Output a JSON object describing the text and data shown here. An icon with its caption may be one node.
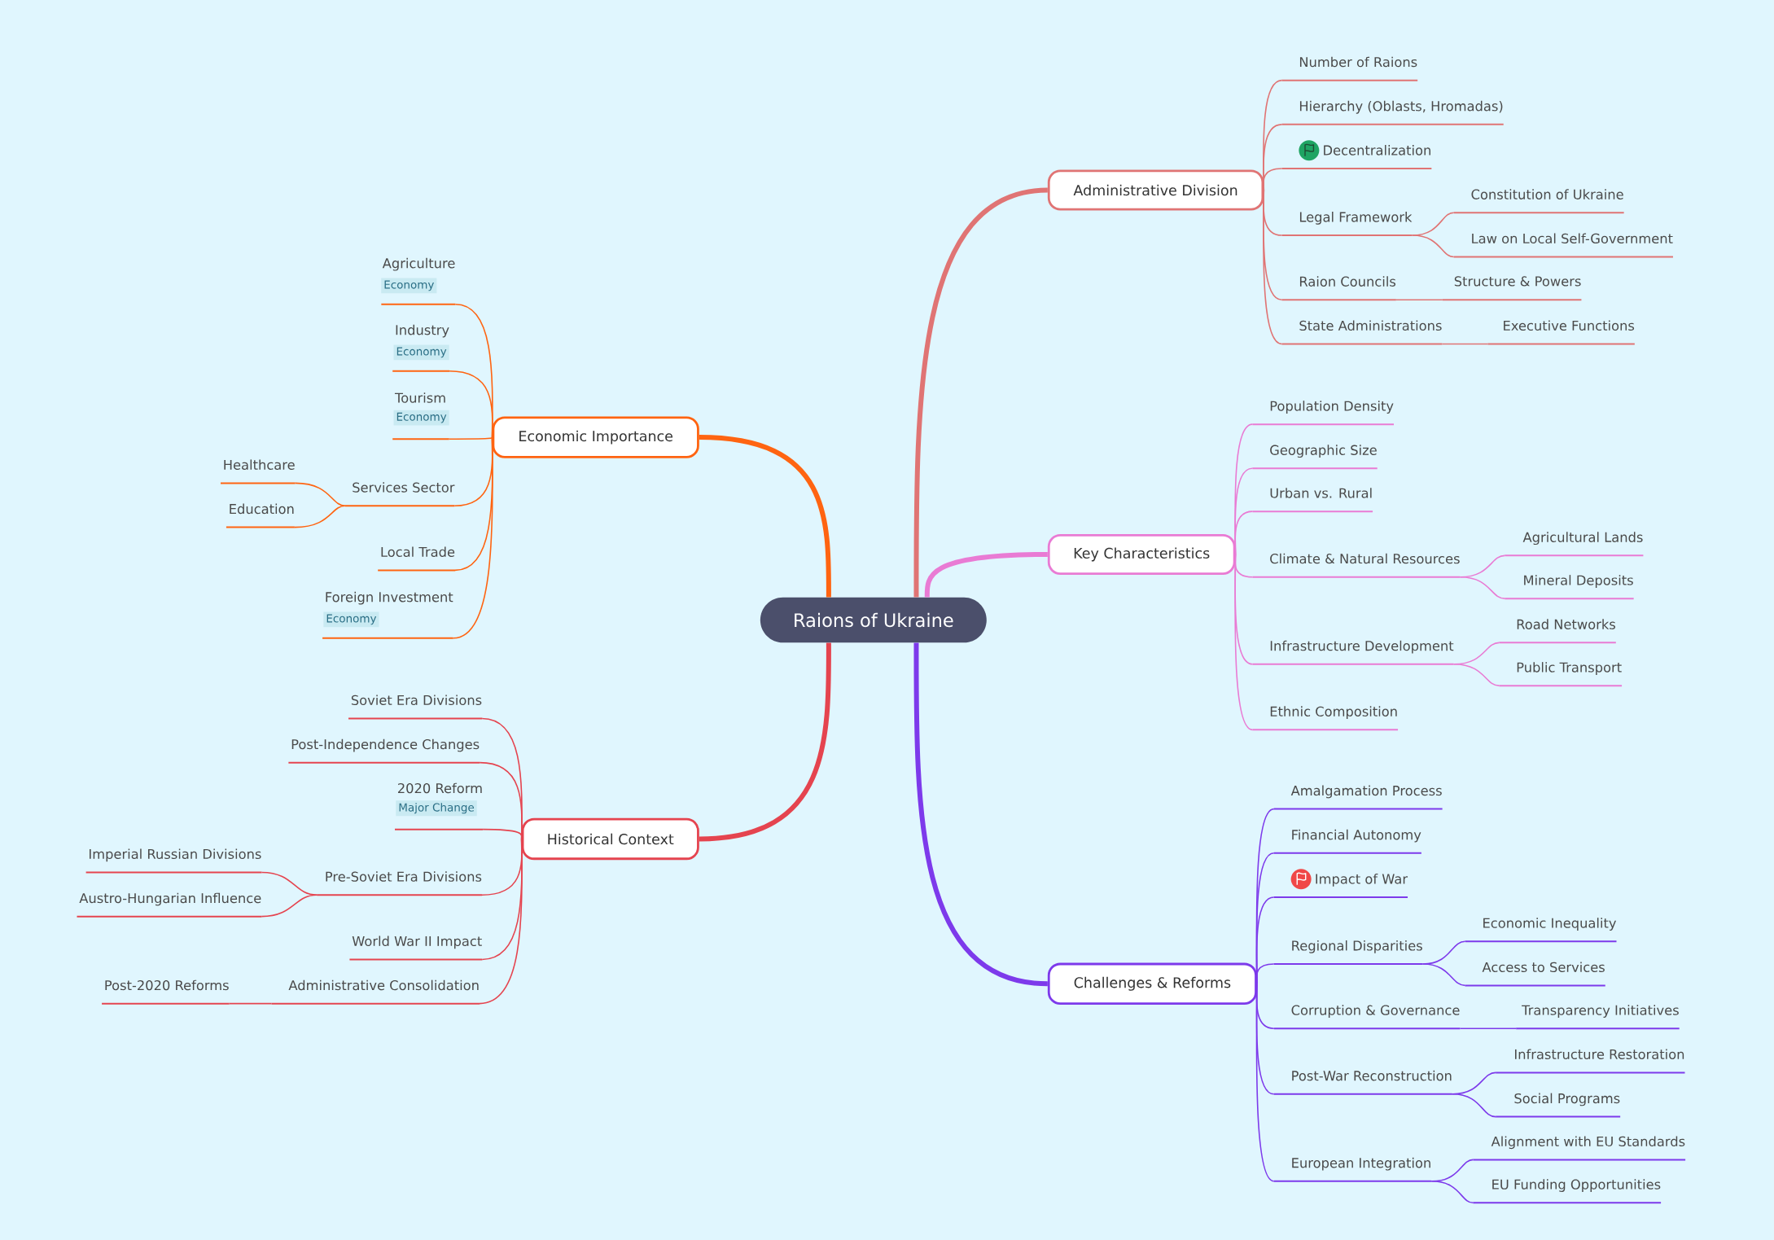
{
  "diagram": {
    "nodes": [
      {
        "text": [
          "Raions of Ukraine"
        ]
      },
      {
        "text": [
          "Administrative Division"
        ]
      },
      {
        "text": [
          "Number of Raions"
        ]
      },
      {
        "text": [
          "Hierarchy (Oblasts, Hromadas)"
        ]
      },
      {
        "text": [
          "Decentralization"
        ]
      },
      {
        "text": [
          "Legal Framework"
        ]
      },
      {
        "text": [
          "Constitution of Ukraine"
        ]
      },
      {
        "text": [
          "Law on Local Self-Government"
        ]
      },
      {
        "text": [
          "Raion Councils"
        ]
      },
      {
        "text": [
          "Structure & Powers"
        ]
      },
      {
        "text": [
          "State Administrations"
        ]
      },
      {
        "text": [
          "Executive Functions"
        ]
      },
      {
        "text": [
          "Key Characteristics"
        ]
      },
      {
        "text": [
          "Population Density"
        ]
      },
      {
        "text": [
          "Geographic Size"
        ]
      },
      {
        "text": [
          "Urban vs. Rural"
        ]
      },
      {
        "text": [
          "Climate & Natural Resources"
        ]
      },
      {
        "text": [
          "Agricultural Lands"
        ]
      },
      {
        "text": [
          "Mineral Deposits"
        ]
      },
      {
        "text": [
          "Infrastructure Development"
        ]
      },
      {
        "text": [
          "Road Networks"
        ]
      },
      {
        "text": [
          "Public Transport"
        ]
      },
      {
        "text": [
          "Ethnic Composition"
        ]
      },
      {
        "text": [
          "Challenges & Reforms"
        ]
      },
      {
        "text": [
          "Amalgamation Process"
        ]
      },
      {
        "text": [
          "Financial Autonomy"
        ]
      },
      {
        "text": [
          "Impact of War"
        ]
      },
      {
        "text": [
          "Regional Disparities"
        ]
      },
      {
        "text": [
          "Economic Inequality"
        ]
      },
      {
        "text": [
          "Access to Services"
        ]
      },
      {
        "text": [
          "Corruption & Governance"
        ]
      },
      {
        "text": [
          "Transparency Initiatives"
        ]
      },
      {
        "text": [
          "Post-War Reconstruction"
        ]
      },
      {
        "text": [
          "Infrastructure Restoration"
        ]
      },
      {
        "text": [
          "Social Programs"
        ]
      },
      {
        "text": [
          "European Integration"
        ]
      },
      {
        "text": [
          "Alignment with EU Standards"
        ]
      },
      {
        "text": [
          "EU Funding Opportunities"
        ]
      },
      {
        "text": [
          "Economic Importance"
        ]
      },
      {
        "text": [
          "Agriculture",
          "Economy"
        ]
      },
      {
        "text": [
          "Industry",
          "Economy"
        ]
      },
      {
        "text": [
          "Tourism",
          "Economy"
        ]
      },
      {
        "text": [
          "Services Sector"
        ]
      },
      {
        "text": [
          "Healthcare"
        ]
      },
      {
        "text": [
          "Education"
        ]
      },
      {
        "text": [
          "Local Trade"
        ]
      },
      {
        "text": [
          "Foreign Investment",
          "Economy"
        ]
      },
      {
        "text": [
          "Historical Context"
        ]
      },
      {
        "text": [
          "Soviet Era Divisions"
        ]
      },
      {
        "text": [
          "Post-Independence Changes"
        ]
      },
      {
        "text": [
          "2020 Reform",
          "Major Change"
        ]
      },
      {
        "text": [
          "Pre-Soviet Era Divisions"
        ]
      },
      {
        "text": [
          "Imperial Russian Divisions"
        ]
      },
      {
        "text": [
          "Austro-Hungarian Influence"
        ]
      },
      {
        "text": [
          "World War II Impact"
        ]
      },
      {
        "text": [
          "Administrative Consolidation"
        ]
      },
      {
        "text": [
          "Post-2020 Reforms"
        ]
      }
    ],
    "edges": [
      {
        "from": 0,
        "to": 1,
        "arrow": "none",
        "style": "thick",
        "color": "#e07474"
      },
      {
        "from": 0,
        "to": 12,
        "arrow": "none",
        "style": "thick",
        "color": "#e97bd4"
      },
      {
        "from": 0,
        "to": 23,
        "arrow": "none",
        "style": "thick",
        "color": "#7d3aeb"
      },
      {
        "from": 0,
        "to": 38,
        "arrow": "none",
        "style": "thick",
        "color": "#ff6411"
      },
      {
        "from": 0,
        "to": 47,
        "arrow": "none",
        "style": "thick",
        "color": "#e5444f"
      },
      {
        "from": 1,
        "to": 2,
        "arrow": "none",
        "color": "#e07474"
      },
      {
        "from": 1,
        "to": 3,
        "arrow": "none",
        "color": "#e07474"
      },
      {
        "from": 1,
        "to": 4,
        "arrow": "none",
        "color": "#e07474"
      },
      {
        "from": 1,
        "to": 5,
        "arrow": "none",
        "color": "#e07474"
      },
      {
        "from": 5,
        "to": 6,
        "arrow": "none",
        "color": "#e07474"
      },
      {
        "from": 5,
        "to": 7,
        "arrow": "none",
        "color": "#e07474"
      },
      {
        "from": 1,
        "to": 8,
        "arrow": "none",
        "color": "#e07474"
      },
      {
        "from": 8,
        "to": 9,
        "arrow": "none",
        "color": "#e07474"
      },
      {
        "from": 1,
        "to": 10,
        "arrow": "none",
        "color": "#e07474"
      },
      {
        "from": 10,
        "to": 11,
        "arrow": "none",
        "color": "#e07474"
      },
      {
        "from": 12,
        "to": 13,
        "arrow": "none",
        "color": "#e97bd4"
      },
      {
        "from": 12,
        "to": 14,
        "arrow": "none",
        "color": "#e97bd4"
      },
      {
        "from": 12,
        "to": 15,
        "arrow": "none",
        "color": "#e97bd4"
      },
      {
        "from": 12,
        "to": 16,
        "arrow": "none",
        "color": "#e97bd4"
      },
      {
        "from": 16,
        "to": 17,
        "arrow": "none",
        "color": "#e97bd4"
      },
      {
        "from": 16,
        "to": 18,
        "arrow": "none",
        "color": "#e97bd4"
      },
      {
        "from": 12,
        "to": 19,
        "arrow": "none",
        "color": "#e97bd4"
      },
      {
        "from": 19,
        "to": 20,
        "arrow": "none",
        "color": "#e97bd4"
      },
      {
        "from": 19,
        "to": 21,
        "arrow": "none",
        "color": "#e97bd4"
      },
      {
        "from": 12,
        "to": 22,
        "arrow": "none",
        "color": "#e97bd4"
      },
      {
        "from": 23,
        "to": 24,
        "arrow": "none",
        "color": "#7d3aeb"
      },
      {
        "from": 23,
        "to": 25,
        "arrow": "none",
        "color": "#7d3aeb"
      },
      {
        "from": 23,
        "to": 26,
        "arrow": "none",
        "color": "#7d3aeb"
      },
      {
        "from": 23,
        "to": 27,
        "arrow": "none",
        "color": "#7d3aeb"
      },
      {
        "from": 27,
        "to": 28,
        "arrow": "none",
        "color": "#7d3aeb"
      },
      {
        "from": 27,
        "to": 29,
        "arrow": "none",
        "color": "#7d3aeb"
      },
      {
        "from": 23,
        "to": 30,
        "arrow": "none",
        "color": "#7d3aeb"
      },
      {
        "from": 30,
        "to": 31,
        "arrow": "none",
        "color": "#7d3aeb"
      },
      {
        "from": 23,
        "to": 32,
        "arrow": "none",
        "color": "#7d3aeb"
      },
      {
        "from": 32,
        "to": 33,
        "arrow": "none",
        "color": "#7d3aeb"
      },
      {
        "from": 32,
        "to": 34,
        "arrow": "none",
        "color": "#7d3aeb"
      },
      {
        "from": 23,
        "to": 35,
        "arrow": "none",
        "color": "#7d3aeb"
      },
      {
        "from": 35,
        "to": 36,
        "arrow": "none",
        "color": "#7d3aeb"
      },
      {
        "from": 35,
        "to": 37,
        "arrow": "none",
        "color": "#7d3aeb"
      },
      {
        "from": 38,
        "to": 39,
        "arrow": "none",
        "color": "#ff6411"
      },
      {
        "from": 38,
        "to": 40,
        "arrow": "none",
        "color": "#ff6411"
      },
      {
        "from": 38,
        "to": 41,
        "arrow": "none",
        "color": "#ff6411"
      },
      {
        "from": 38,
        "to": 42,
        "arrow": "none",
        "color": "#ff6411"
      },
      {
        "from": 42,
        "to": 43,
        "arrow": "none",
        "color": "#ff6411"
      },
      {
        "from": 42,
        "to": 44,
        "arrow": "none",
        "color": "#ff6411"
      },
      {
        "from": 38,
        "to": 45,
        "arrow": "none",
        "color": "#ff6411"
      },
      {
        "from": 38,
        "to": 46,
        "arrow": "none",
        "color": "#ff6411"
      },
      {
        "from": 47,
        "to": 48,
        "arrow": "none",
        "color": "#e5444f"
      },
      {
        "from": 47,
        "to": 49,
        "arrow": "none",
        "color": "#e5444f"
      },
      {
        "from": 47,
        "to": 50,
        "arrow": "none",
        "color": "#e5444f"
      },
      {
        "from": 47,
        "to": 51,
        "arrow": "none",
        "color": "#e5444f"
      },
      {
        "from": 51,
        "to": 52,
        "arrow": "none",
        "color": "#e5444f"
      },
      {
        "from": 51,
        "to": 53,
        "arrow": "none",
        "color": "#e5444f"
      },
      {
        "from": 47,
        "to": 54,
        "arrow": "none",
        "color": "#e5444f"
      },
      {
        "from": 47,
        "to": 55,
        "arrow": "none",
        "color": "#e5444f"
      },
      {
        "from": 55,
        "to": 56,
        "arrow": "none",
        "color": "#e5444f"
      }
    ]
  }
}
